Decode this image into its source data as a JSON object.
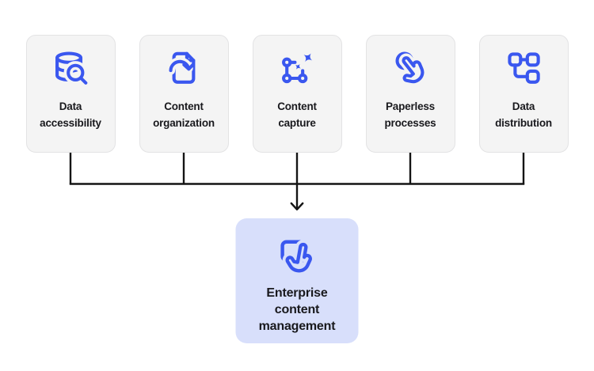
{
  "diagram": {
    "colors": {
      "background": "#ffffff",
      "accent": "#3a57ef",
      "card_bg": "#f4f4f4",
      "card_border": "#e3e3e4",
      "highlight_bg": "#d8dffb",
      "text": "#19191d",
      "connector": "#141414"
    },
    "sources": [
      {
        "id": "data-accessibility",
        "label": "Data\naccessibility",
        "icon": "database-search-icon"
      },
      {
        "id": "content-organization",
        "label": "Content\norganization",
        "icon": "document-sync-icon"
      },
      {
        "id": "content-capture",
        "label": "Content\ncapture",
        "icon": "selection-sparkles-icon"
      },
      {
        "id": "paperless-processes",
        "label": "Paperless\nprocesses",
        "icon": "tap-gesture-icon"
      },
      {
        "id": "data-distribution",
        "label": "Data\ndistribution",
        "icon": "flowchart-nodes-icon"
      }
    ],
    "target": {
      "id": "enterprise-content-management",
      "label": "Enterprise\ncontent\nmanagement",
      "icon": "card-tap-icon"
    }
  }
}
